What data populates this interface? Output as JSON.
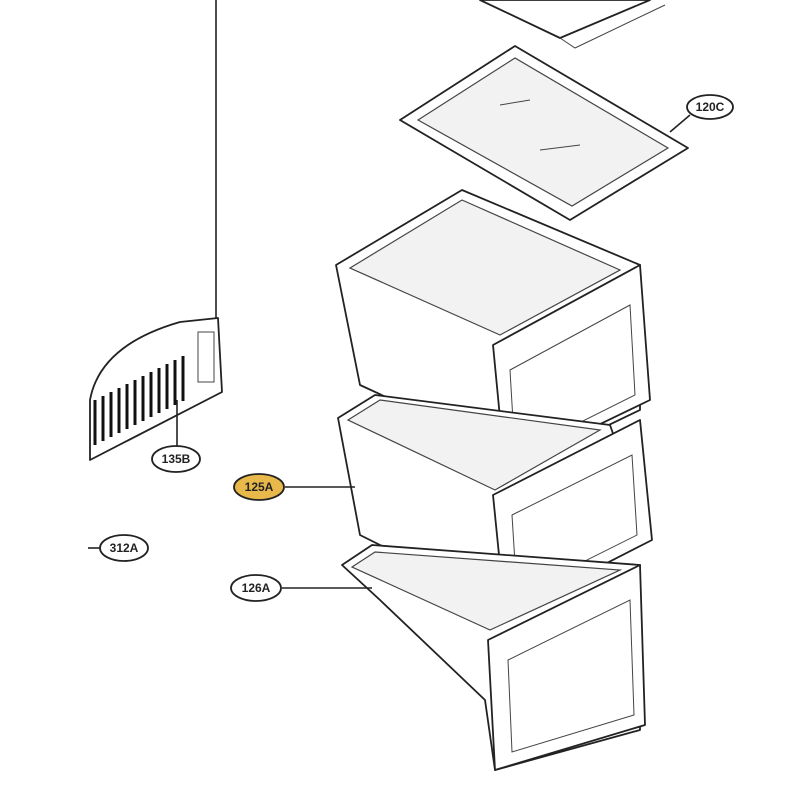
{
  "callouts": [
    {
      "id": "120C",
      "label": "120C",
      "highlighted": false
    },
    {
      "id": "125A",
      "label": "125A",
      "highlighted": true
    },
    {
      "id": "126A",
      "label": "126A",
      "highlighted": false
    },
    {
      "id": "135B",
      "label": "135B",
      "highlighted": false
    },
    {
      "id": "312A",
      "label": "312A",
      "highlighted": false
    }
  ],
  "colors": {
    "highlight": "#e8b84a",
    "line": "#222222"
  }
}
